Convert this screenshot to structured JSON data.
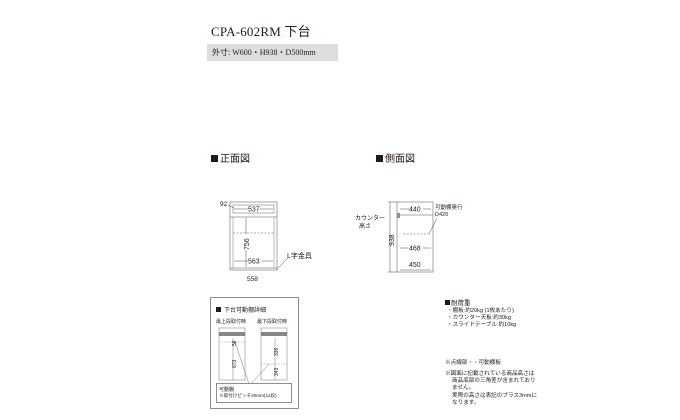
{
  "header": {
    "title": "CPA-602RM 下台",
    "dimensions": "外寸: W600・H938・D500mm"
  },
  "sections": {
    "front_view": "正面図",
    "side_view": "側面図"
  },
  "front_view": {
    "dim_top_offset": "92",
    "dim_inner_top_width": "537",
    "dim_inner_height": "756",
    "dim_inner_bottom_width": "563",
    "dim_outer_width": "558",
    "bracket_label": "L字金具"
  },
  "side_view": {
    "counter_height_label_line1": "カウンター",
    "counter_height_label_line2": "高さ",
    "dim_height": "938",
    "dim_top_depth": "440",
    "shelf_depth_label_line1": "可動棚奥行",
    "shelf_depth_label_line2": "D420",
    "dim_mid_depth": "468",
    "dim_bottom_depth": "450"
  },
  "inset": {
    "title": "下台可動棚詳細",
    "col_left": "最上段取付時",
    "col_right": "最下段取付時",
    "left_dim_top": "56",
    "left_dim_main": "673",
    "right_dim_top": "336",
    "right_dim_bottom": "343",
    "footer_line1": "可動棚",
    "footer_line2": "※取付けピッチ30mm(12段)"
  },
  "load_capacity": {
    "title": "耐荷重",
    "items": [
      "・棚板:約20kg (1枚あたり)",
      "・カウンター天板:約30kg",
      "・スライドテーブル:約10kg"
    ]
  },
  "notes": {
    "dashed_note": "※点線部・・可動棚板",
    "disclaimer": [
      "※図面に記載されている商品高さは",
      "商品底部の三角差が含まれており",
      "ません。",
      "実際の高さは表記のプラス3mmに",
      "なります。"
    ]
  },
  "colors": {
    "ink": "#231815",
    "bar_gray": "#dcdddd",
    "line_gray": "#8e8e8e"
  }
}
